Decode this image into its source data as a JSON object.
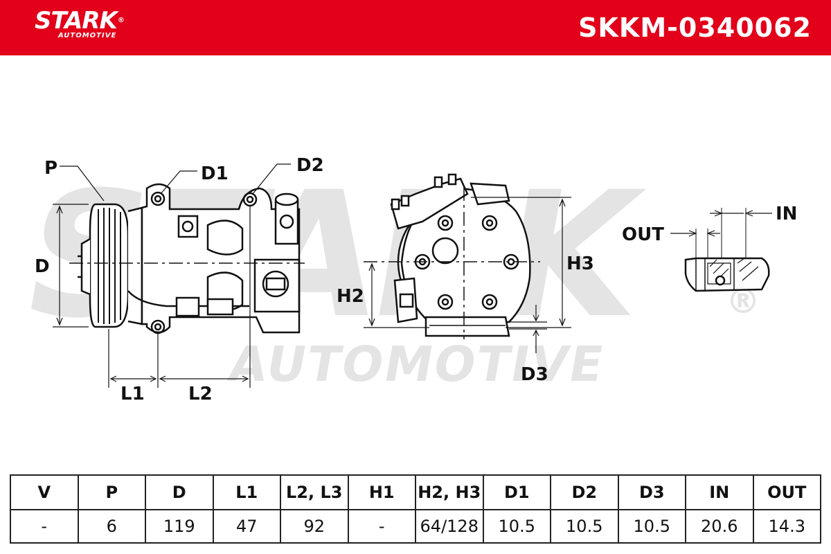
{
  "brand": {
    "name": "STARK",
    "registered_mark": "®",
    "tagline": "AUTOMOTIVE",
    "color": "#e2001a"
  },
  "part_number": "SKKM-0340062",
  "watermark": {
    "name": "STARK",
    "tagline": "AUTOMOTIVE",
    "registered_mark": "®"
  },
  "diagram": {
    "labels": {
      "p": "P",
      "d1": "D1",
      "d2": "D2",
      "d": "D",
      "l1": "L1",
      "l2": "L2",
      "h2": "H2",
      "h3": "H3",
      "d3": "D3",
      "out": "OUT",
      "in": "IN"
    }
  },
  "spec_table": {
    "headers": [
      "V",
      "P",
      "D",
      "L1",
      "L2, L3",
      "H1",
      "H2, H3",
      "D1",
      "D2",
      "D3",
      "IN",
      "OUT"
    ],
    "values": [
      "-",
      "6",
      "119",
      "47",
      "92",
      "-",
      "64/128",
      "10.5",
      "10.5",
      "10.5",
      "20.6",
      "14.3"
    ]
  }
}
